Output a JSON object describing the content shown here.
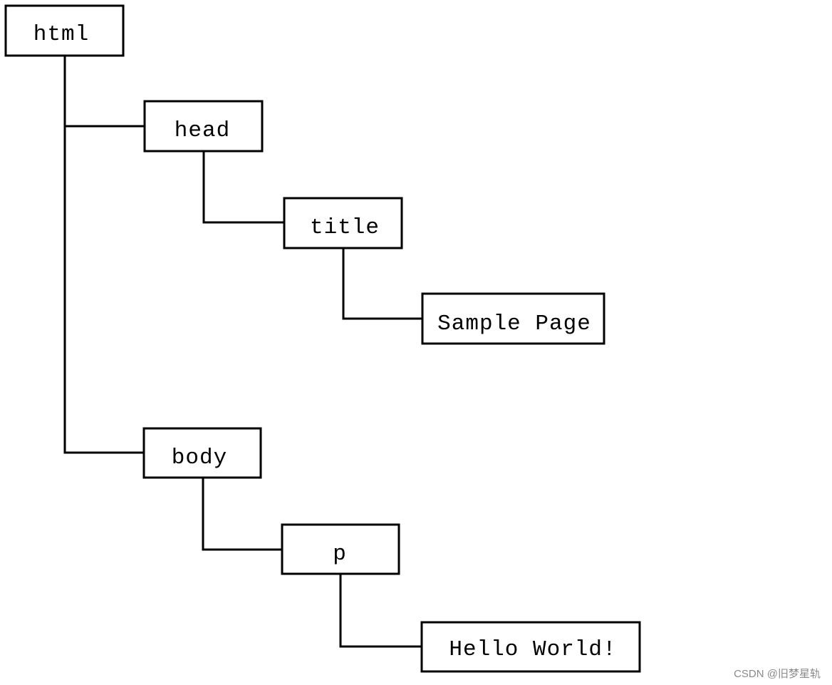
{
  "tree": {
    "nodes": [
      {
        "id": "html",
        "label": "html",
        "children": [
          "head",
          "body"
        ]
      },
      {
        "id": "head",
        "label": "head",
        "children": [
          "title"
        ]
      },
      {
        "id": "title",
        "label": "title",
        "children": [
          "sample-page"
        ]
      },
      {
        "id": "sample-page",
        "label": "Sample Page",
        "children": []
      },
      {
        "id": "body",
        "label": "body",
        "children": [
          "p"
        ]
      },
      {
        "id": "p",
        "label": "p",
        "children": [
          "hello-world"
        ]
      },
      {
        "id": "hello-world",
        "label": "Hello World!",
        "children": []
      }
    ]
  },
  "watermark": {
    "text": "CSDN @旧梦星轨"
  },
  "colors": {
    "line": "#000000",
    "box_fill": "#ffffff",
    "watermark": "#8a8a8a"
  }
}
